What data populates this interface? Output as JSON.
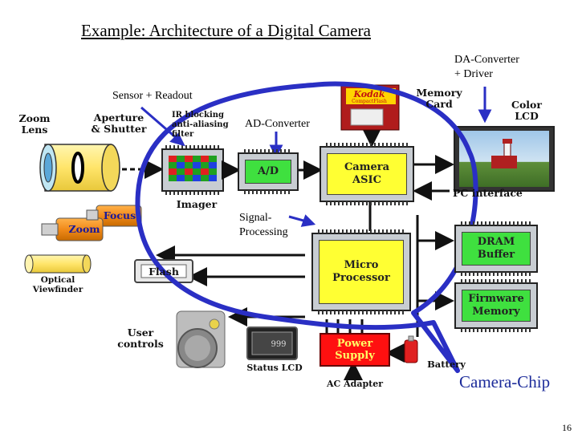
{
  "slide": {
    "title": "Example: Architecture of a Digital Camera",
    "page_number": "16"
  },
  "annotations": {
    "sensor_readout": "Sensor + Readout",
    "ad_converter": "AD-Converter",
    "da_converter_line1": "DA-Converter",
    "da_converter_line2": "+ Driver",
    "signal_processing_line1": "Signal-",
    "signal_processing_line2": "Processing",
    "camera_chip": "Camera-Chip"
  },
  "diagram": {
    "zoom_lens_line1": "Zoom",
    "zoom_lens_line2": "Lens",
    "aperture_line1": "Aperture",
    "aperture_line2": "& Shutter",
    "ir_line1": "IR blocking",
    "ir_line2": "anti-aliasing",
    "ir_line3": "filter",
    "imager": "Imager",
    "ad_block": "A/D",
    "camera_asic_line1": "Camera",
    "camera_asic_line2": "ASIC",
    "memory_card_line1": "Memory",
    "memory_card_line2": "Card",
    "kodak_brand": "Kodak",
    "kodak_sub": "CompactFlash",
    "color_lcd_line1": "Color",
    "color_lcd_line2": "LCD",
    "pc_interface": "PC interface",
    "focus": "Focus",
    "zoom": "Zoom",
    "optical_viewfinder_line1": "Optical",
    "optical_viewfinder_line2": "Viewfinder",
    "flash": "Flash",
    "micro_processor_line1": "Micro",
    "micro_processor_line2": "Processor",
    "dram_line1": "DRAM",
    "dram_line2": "Buffer",
    "firmware_line1": "Firmware",
    "firmware_line2": "Memory",
    "user_controls_line1": "User",
    "user_controls_line2": "controls",
    "status_lcd": "Status LCD",
    "status_lcd_digits": "999",
    "power_supply_line1": "Power",
    "power_supply_line2": "Supply",
    "battery": "Battery",
    "ac_adapter": "AC Adapter"
  },
  "colors": {
    "accent_blue": "#2a2fc4",
    "chip_yellow": "#ffff33",
    "chip_green": "#3fe03f",
    "power_red": "#ff1010",
    "lens_yellow": "#ffe97a",
    "zoom_orange": "#f08a1a"
  }
}
